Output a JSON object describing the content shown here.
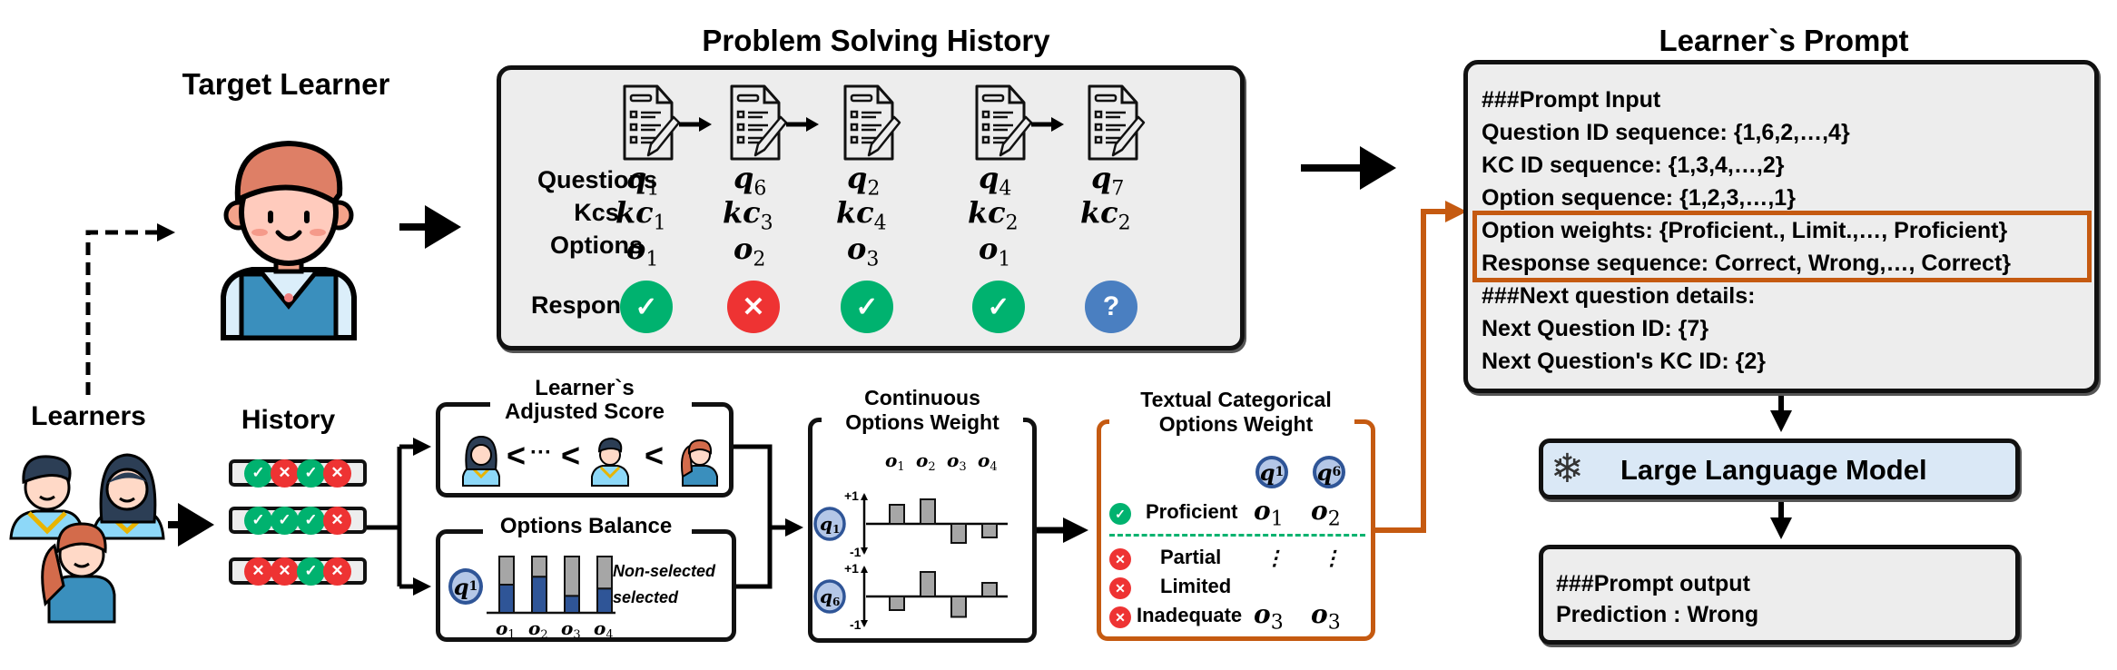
{
  "colors": {
    "correct": "#00b26f",
    "wrong": "#ee3333",
    "unknown": "#4a7fc1",
    "highlight": "#c55a11",
    "panel_gray": "#ededed",
    "llm_fill": "#dae8f6",
    "selected_bar": "#2f5597",
    "nonselected_bar": "#a6a6a6",
    "dashed_divider": "#00b26f"
  },
  "target_learner": {
    "title": "Target Learner",
    "avatar_icon": "student-boy-avatar"
  },
  "problem_solving_history": {
    "title": "Problem Solving History",
    "row_labels": {
      "questions": "Questions",
      "kcs": "Kcs",
      "options": "Options",
      "responses": "Responses"
    },
    "ellipsis": "···",
    "steps": [
      {
        "question": "q",
        "question_sub": "1",
        "kc": "kc",
        "kc_sub": "1",
        "option": "o",
        "option_sub": "1",
        "response": "correct",
        "response_glyph": "✓"
      },
      {
        "question": "q",
        "question_sub": "6",
        "kc": "kc",
        "kc_sub": "3",
        "option": "o",
        "option_sub": "2",
        "response": "wrong",
        "response_glyph": "✕"
      },
      {
        "question": "q",
        "question_sub": "2",
        "kc": "kc",
        "kc_sub": "4",
        "option": "o",
        "option_sub": "3",
        "response": "correct",
        "response_glyph": "✓"
      },
      {
        "question": "q",
        "question_sub": "4",
        "kc": "kc",
        "kc_sub": "2",
        "option": "o",
        "option_sub": "1",
        "response": "correct",
        "response_glyph": "✓"
      },
      {
        "question": "q",
        "question_sub": "7",
        "kc": "kc",
        "kc_sub": "2",
        "option": "",
        "option_sub": "",
        "response": "unknown",
        "response_glyph": "?"
      }
    ]
  },
  "learners_prompt": {
    "title": "Learner`s Prompt",
    "lines": [
      "###Prompt Input",
      "Question ID sequence: {1,6,2,…,4}",
      "KC ID sequence: {1,3,4,…,2}",
      "Option sequence: {1,2,3,…,1}",
      "Option weights: {Proficient., Limit.,…, Proficient}",
      "Response sequence: Correct, Wrong,…, Correct}",
      "###Next question details:",
      "Next Question ID: {7}",
      "Next Question's KC ID: {2}"
    ],
    "highlighted_lines": [
      3,
      4
    ]
  },
  "llm": {
    "label": "Large Language Model",
    "icon": "snowflake-icon"
  },
  "prompt_output": {
    "lines": [
      "###Prompt output",
      "Prediction : Wrong"
    ]
  },
  "learners": {
    "title": "Learners"
  },
  "history": {
    "title": "History",
    "rows": [
      [
        "correct",
        "wrong",
        "correct",
        "wrong"
      ],
      [
        "correct",
        "correct",
        "correct",
        "wrong"
      ],
      [
        "wrong",
        "wrong",
        "correct",
        "wrong"
      ]
    ]
  },
  "adjusted_score": {
    "title_line1": "Learner`s",
    "title_line2": "Adjusted Score",
    "ordering": [
      "<",
      "···",
      "<",
      "<"
    ]
  },
  "options_balance": {
    "title": "Options Balance",
    "question": {
      "name": "q",
      "sub": "1"
    },
    "legend_nonselected": "Non-selected",
    "legend_selected": "selected",
    "chart_data": {
      "type": "bar",
      "stacked": true,
      "categories": [
        "o1",
        "o2",
        "o3",
        "o4"
      ],
      "series": [
        {
          "name": "selected",
          "values": [
            0.5,
            0.64,
            0.3,
            0.43
          ]
        },
        {
          "name": "Non-selected",
          "values": [
            0.5,
            0.36,
            0.7,
            0.57
          ]
        }
      ],
      "ylim": [
        0,
        1
      ]
    }
  },
  "continuous_weight": {
    "title_line1": "Continuous",
    "title_line2": "Options Weight",
    "y_top": "+1",
    "y_bottom": "-1",
    "categories": [
      "o1",
      "o2",
      "o3",
      "o4"
    ],
    "chart_data": [
      {
        "type": "bar",
        "question": "q1",
        "categories": [
          "o1",
          "o2",
          "o3",
          "o4"
        ],
        "values": [
          0.7,
          0.9,
          -0.7,
          -0.5
        ],
        "ylim": [
          -1,
          1
        ]
      },
      {
        "type": "bar",
        "question": "q6",
        "categories": [
          "o1",
          "o2",
          "o3",
          "o4"
        ],
        "values": [
          -0.5,
          0.9,
          -0.75,
          0.5
        ],
        "ylim": [
          -1,
          1
        ]
      }
    ]
  },
  "textual_weight": {
    "title_line1": "Textual Categorical",
    "title_line2": "Options Weight",
    "questions": [
      {
        "name": "q",
        "sub": "1"
      },
      {
        "name": "q",
        "sub": "6"
      }
    ],
    "categories": [
      {
        "label": "Proficient",
        "status": "correct",
        "q1": {
          "name": "o",
          "sub": "1"
        },
        "q6": {
          "name": "o",
          "sub": "2"
        }
      },
      {
        "label": "Partial",
        "status": "wrong",
        "q1": {
          "name": "⋮",
          "sub": ""
        },
        "q6": {
          "name": "⋮",
          "sub": ""
        }
      },
      {
        "label": "Limited",
        "status": "wrong"
      },
      {
        "label": "Inadequate",
        "status": "wrong",
        "q1": {
          "name": "o",
          "sub": "3"
        },
        "q6": {
          "name": "o",
          "sub": "3"
        }
      }
    ]
  }
}
